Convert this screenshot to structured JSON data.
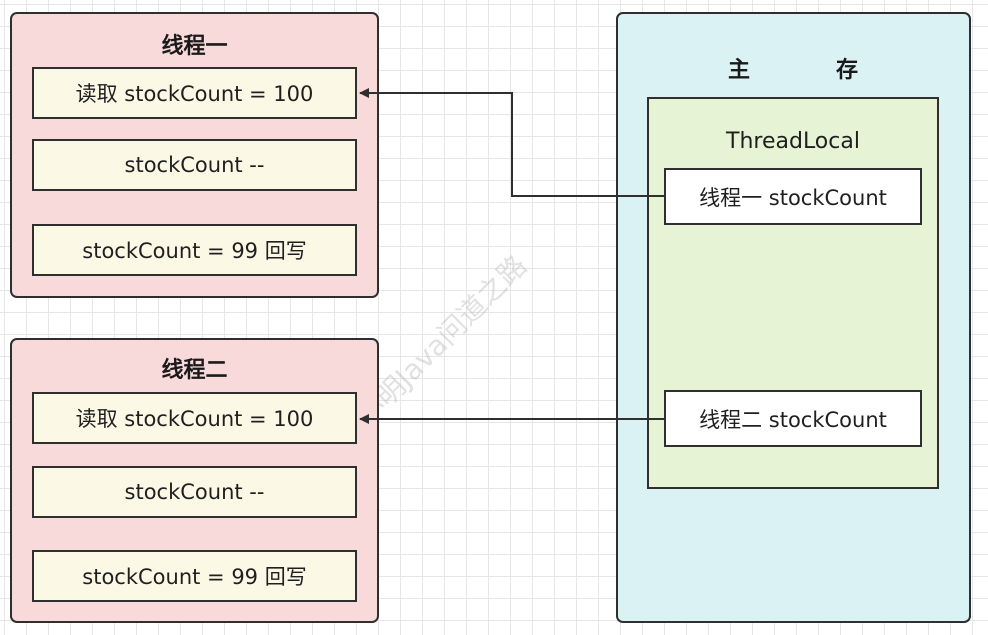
{
  "thread1": {
    "title": "线程一",
    "steps": [
      "读取 stockCount = 100",
      "stockCount --",
      "stockCount = 99 回写"
    ]
  },
  "thread2": {
    "title": "线程二",
    "steps": [
      "读取 stockCount = 100",
      "stockCount --",
      "stockCount = 99 回写"
    ]
  },
  "main_memory": {
    "title_left": "主",
    "title_right": "存",
    "threadlocal": {
      "title": "ThreadLocal",
      "var1": "线程一 stockCount",
      "var2": "线程二 stockCount"
    }
  },
  "watermark": "小明Java问道之路",
  "colors": {
    "thread_panel_fill": "#f9dada",
    "memory_panel_fill": "#daf2f4",
    "threadlocal_fill": "#e6f4d5",
    "step_fill": "#fcf8e6",
    "stroke": "#2f2f2f"
  }
}
